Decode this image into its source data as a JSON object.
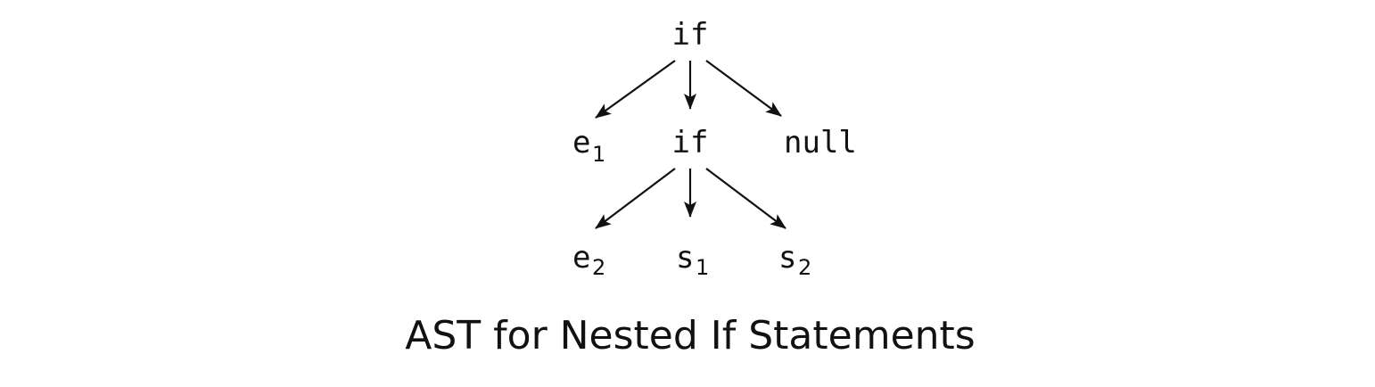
{
  "diagram": {
    "caption": "AST for Nested If Statements",
    "nodes": {
      "if_root": {
        "label": "if",
        "sub": ""
      },
      "e1": {
        "label": "e",
        "sub": "1"
      },
      "if_inner": {
        "label": "if",
        "sub": ""
      },
      "null": {
        "label": "null",
        "sub": ""
      },
      "e2": {
        "label": "e",
        "sub": "2"
      },
      "s1": {
        "label": "s",
        "sub": "1"
      },
      "s2": {
        "label": "s",
        "sub": "2"
      }
    },
    "edges": [
      {
        "from": "if_root",
        "to": "e1"
      },
      {
        "from": "if_root",
        "to": "if_inner"
      },
      {
        "from": "if_root",
        "to": "null"
      },
      {
        "from": "if_inner",
        "to": "e2"
      },
      {
        "from": "if_inner",
        "to": "s1"
      },
      {
        "from": "if_inner",
        "to": "s2"
      }
    ]
  }
}
